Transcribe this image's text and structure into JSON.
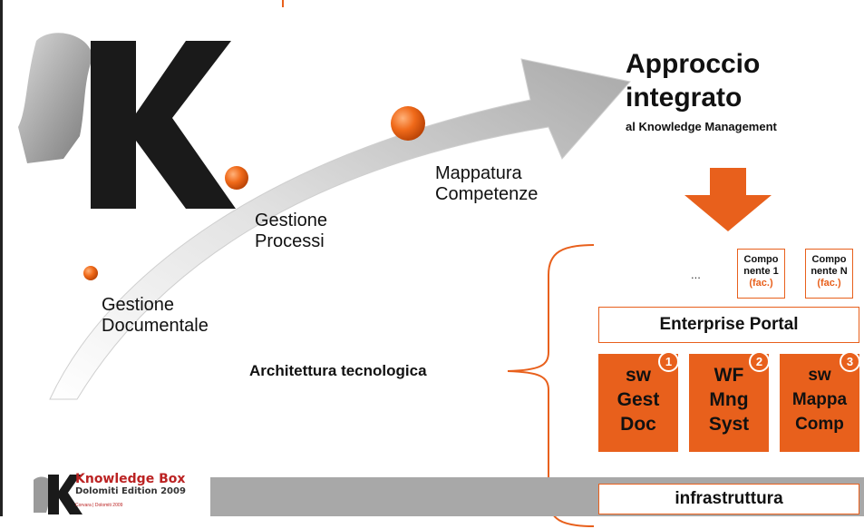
{
  "stages": [
    {
      "label": "Gestione\nDocumentale"
    },
    {
      "label": "Gestione\nProcessi"
    },
    {
      "label": "Mappatura\nCompetenze"
    }
  ],
  "approach": {
    "title_line1": "Approccio",
    "title_line2": "integrato",
    "subtitle": "al Knowledge Management"
  },
  "architecture": {
    "label": "Architettura tecnologica",
    "ellipsis": "...",
    "components": [
      {
        "line1": "Compo",
        "line2": "nente 1",
        "tag": "(fac.)"
      },
      {
        "line1": "Compo",
        "line2": "nente N",
        "tag": "(fac.)"
      }
    ],
    "portal": "Enterprise Portal",
    "modules": [
      {
        "num": "1",
        "line1": "sw",
        "line2": "Gest",
        "line3": "Doc"
      },
      {
        "num": "2",
        "line1": "WF",
        "line2": "Mng",
        "line3": "Syst"
      },
      {
        "num": "3",
        "line1": "sw",
        "line2": "Mappa",
        "line3": "Comp"
      }
    ],
    "infrastructure": "infrastruttura"
  },
  "logo": {
    "title": "Knowledge Box",
    "subtitle": "Dolomiti Edition 2009",
    "footer": "Corvara | Dolomiti 2009"
  },
  "colors": {
    "accent": "#e8601c",
    "gray_bar": "#a8a8a8"
  }
}
